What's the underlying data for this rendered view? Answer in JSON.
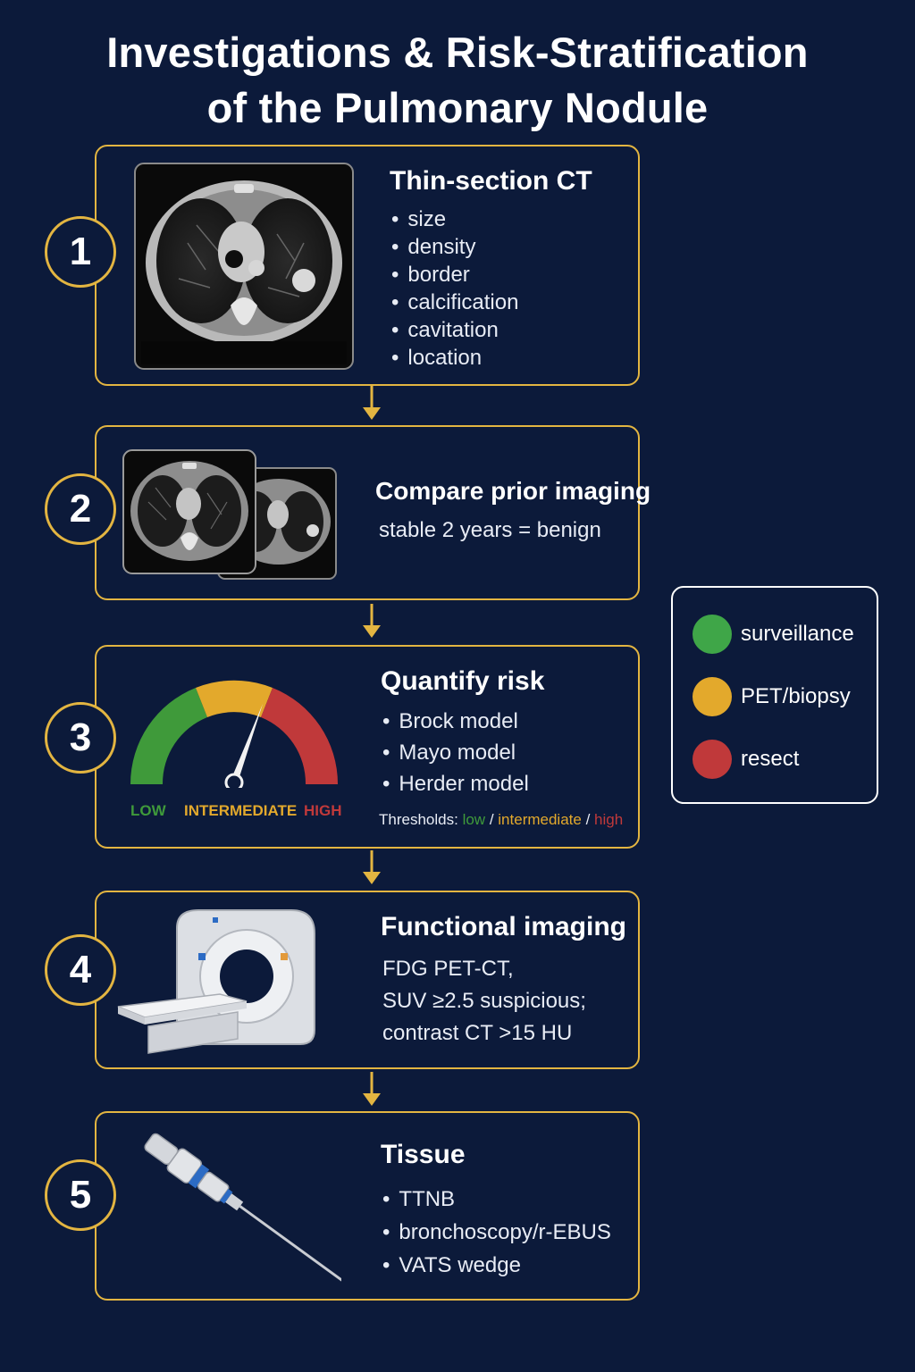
{
  "title": {
    "line1": "Investigations & Risk-Stratification",
    "line2": "of the Pulmonary Nodule"
  },
  "steps": [
    {
      "number": "1",
      "heading": "Thin-section CT",
      "bullets": [
        "size",
        "density",
        "border",
        "calcification",
        "cavitation",
        "location"
      ]
    },
    {
      "number": "2",
      "heading": "Compare prior imaging",
      "text": "stable 2 years = benign"
    },
    {
      "number": "3",
      "heading": "Quantify risk",
      "bullets": [
        "Brock model",
        "Mayo model",
        "Herder model"
      ],
      "gauge": {
        "labels": {
          "low": "LOW",
          "intermediate": "INTERMEDIATE",
          "high": "HIGH"
        },
        "colors": {
          "low": "#3f9a3a",
          "intermediate": "#e3a92c",
          "high": "#c0393a"
        }
      },
      "thresholds": {
        "prefix": "Thresholds:",
        "low": "low",
        "sep1": "/",
        "intermediate": "intermediate",
        "sep2": "/",
        "high": "high"
      }
    },
    {
      "number": "4",
      "heading": "Functional imaging",
      "lines": [
        "FDG PET-CT,",
        "SUV ≥2.5 suspicious;",
        "contrast CT >15 HU"
      ]
    },
    {
      "number": "5",
      "heading": "Tissue",
      "bullets": [
        "TTNB",
        "bronchoscopy/r-EBUS",
        "VATS wedge"
      ]
    }
  ],
  "legend": [
    {
      "label": "surveillance",
      "color": "#3fa648"
    },
    {
      "label": "PET/biopsy",
      "color": "#e3a92c"
    },
    {
      "label": "resect",
      "color": "#c0393a"
    }
  ],
  "colors": {
    "accent": "#e3b541",
    "background": "#0c1a3a"
  },
  "icons": [
    "ct-scan-image",
    "prior-ct-scan-images",
    "risk-gauge",
    "ct-scanner-machine",
    "biopsy-needle"
  ]
}
